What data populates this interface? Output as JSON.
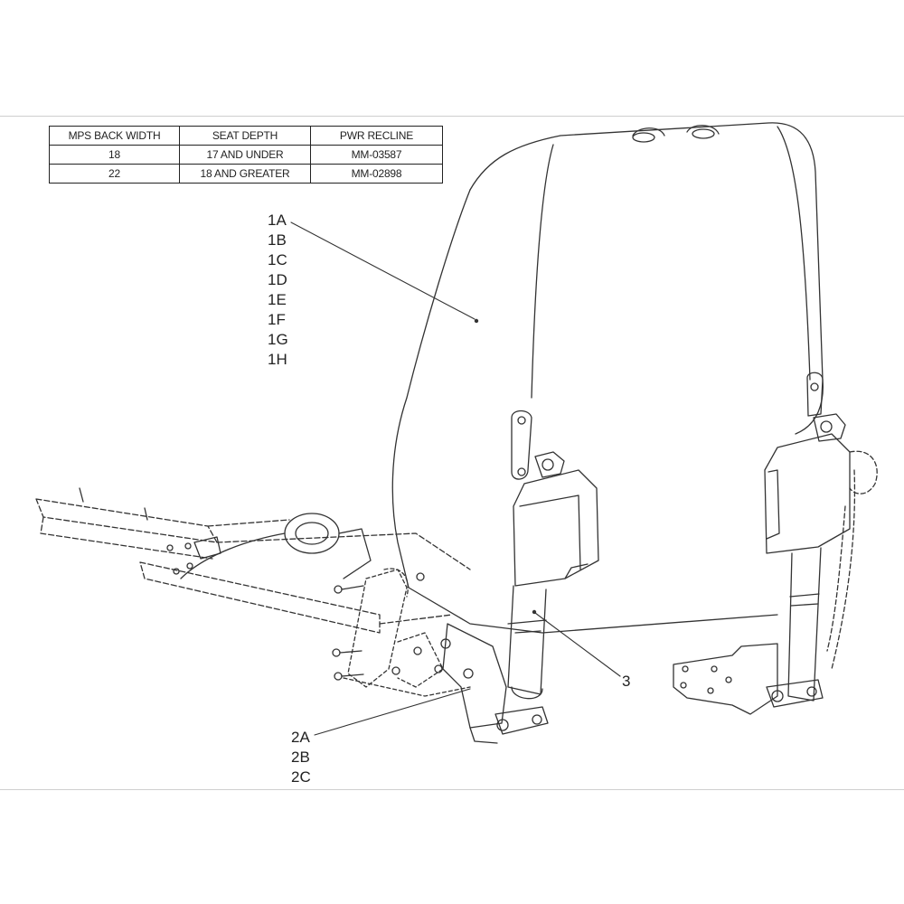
{
  "table": {
    "headers": [
      "MPS BACK WIDTH",
      "SEAT DEPTH",
      "PWR RECLINE"
    ],
    "rows": [
      [
        "18",
        "17 AND UNDER",
        "MM-03587"
      ],
      [
        "22",
        "18 AND GREATER",
        "MM-02898"
      ]
    ]
  },
  "callouts": {
    "group1": [
      "1A",
      "1B",
      "1C",
      "1D",
      "1E",
      "1F",
      "1G",
      "1H"
    ],
    "group2": [
      "2A",
      "2B",
      "2C"
    ],
    "item3": "3"
  }
}
